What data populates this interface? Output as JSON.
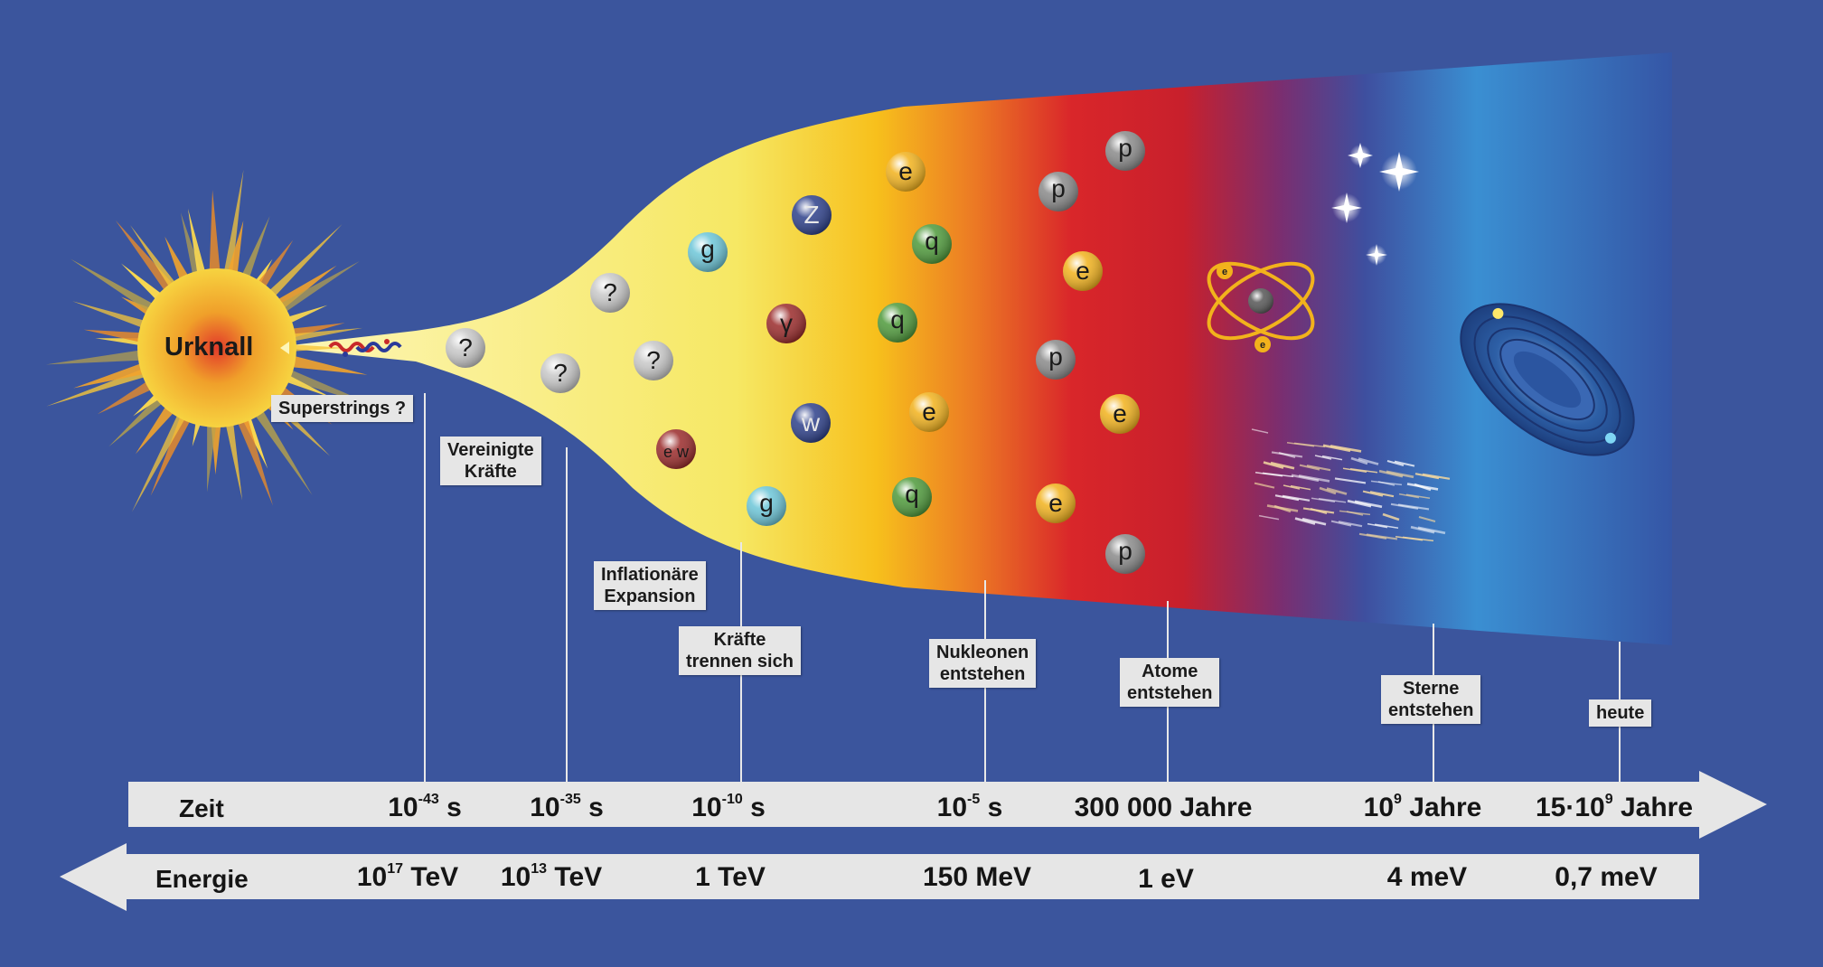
{
  "big_bang": {
    "label": "Urknall"
  },
  "epoch_labels": [
    {
      "id": "superstrings",
      "text": "Superstrings ?"
    },
    {
      "id": "vereinigte",
      "text": "Vereinigte\nKräfte"
    },
    {
      "id": "inflation",
      "text": "Inflationäre\nExpansion"
    },
    {
      "id": "kraefte",
      "text": "Kräfte\ntrennen sich"
    },
    {
      "id": "nukleonen",
      "text": "Nukleonen\nentstehen"
    },
    {
      "id": "atome",
      "text": "Atome\nentstehen"
    },
    {
      "id": "sterne",
      "text": "Sterne\nentstehen"
    },
    {
      "id": "heute",
      "text": "heute"
    }
  ],
  "time_axis": {
    "title": "Zeit",
    "ticks": [
      {
        "base": "10",
        "exp": "-43",
        "unit": "s"
      },
      {
        "base": "10",
        "exp": "-35",
        "unit": "s"
      },
      {
        "base": "10",
        "exp": "-10",
        "unit": "s"
      },
      {
        "base": "10",
        "exp": "-5",
        "unit": "s"
      },
      {
        "base": "300 000 Jahre",
        "exp": "",
        "unit": ""
      },
      {
        "base": "10",
        "exp": "9",
        "unit": "Jahre"
      },
      {
        "base": "15·10",
        "exp": "9",
        "unit": "Jahre"
      }
    ]
  },
  "energy_axis": {
    "title": "Energie",
    "ticks": [
      {
        "base": "10",
        "exp": "17",
        "unit": "TeV"
      },
      {
        "base": "10",
        "exp": "13",
        "unit": "TeV"
      },
      {
        "base": "1 TeV",
        "exp": "",
        "unit": ""
      },
      {
        "base": "150 MeV",
        "exp": "",
        "unit": ""
      },
      {
        "base": "1 eV",
        "exp": "",
        "unit": ""
      },
      {
        "base": "4 meV",
        "exp": "",
        "unit": ""
      },
      {
        "base": "0,7 meV",
        "exp": "",
        "unit": ""
      }
    ]
  },
  "particles": [
    {
      "symbol": "?",
      "color": "#c8c8c8"
    },
    {
      "symbol": "?",
      "color": "#c8c8c8"
    },
    {
      "symbol": "?",
      "color": "#c8c8c8"
    },
    {
      "symbol": "?",
      "color": "#c8c8c8"
    },
    {
      "symbol": "g",
      "color": "#6cc6d8"
    },
    {
      "symbol": "e w",
      "color": "#9a2a2a"
    },
    {
      "symbol": "g",
      "color": "#6cc6d8"
    },
    {
      "symbol": "γ",
      "color": "#9a2a2a"
    },
    {
      "symbol": "Z",
      "color": "#2c3f8a"
    },
    {
      "symbol": "w",
      "color": "#2c3f8a"
    },
    {
      "symbol": "e",
      "color": "#f2b21c"
    },
    {
      "symbol": "q",
      "color": "#4e9a3a"
    },
    {
      "symbol": "q",
      "color": "#4e9a3a"
    },
    {
      "symbol": "e",
      "color": "#f2b21c"
    },
    {
      "symbol": "q",
      "color": "#4e9a3a"
    },
    {
      "symbol": "p",
      "color": "#8a8a8a"
    },
    {
      "symbol": "p",
      "color": "#8a8a8a"
    },
    {
      "symbol": "e",
      "color": "#f2b21c"
    },
    {
      "symbol": "p",
      "color": "#8a8a8a"
    },
    {
      "symbol": "e",
      "color": "#f2b21c"
    },
    {
      "symbol": "e",
      "color": "#f2b21c"
    },
    {
      "symbol": "p",
      "color": "#8a8a8a"
    }
  ],
  "atom_electron_symbol": "e",
  "colors": {
    "background": "#3b559d",
    "arrow": "#e6e6e6",
    "yellow": "#f5ee7a",
    "red": "#d7262a",
    "blue": "#3a8fd2"
  }
}
